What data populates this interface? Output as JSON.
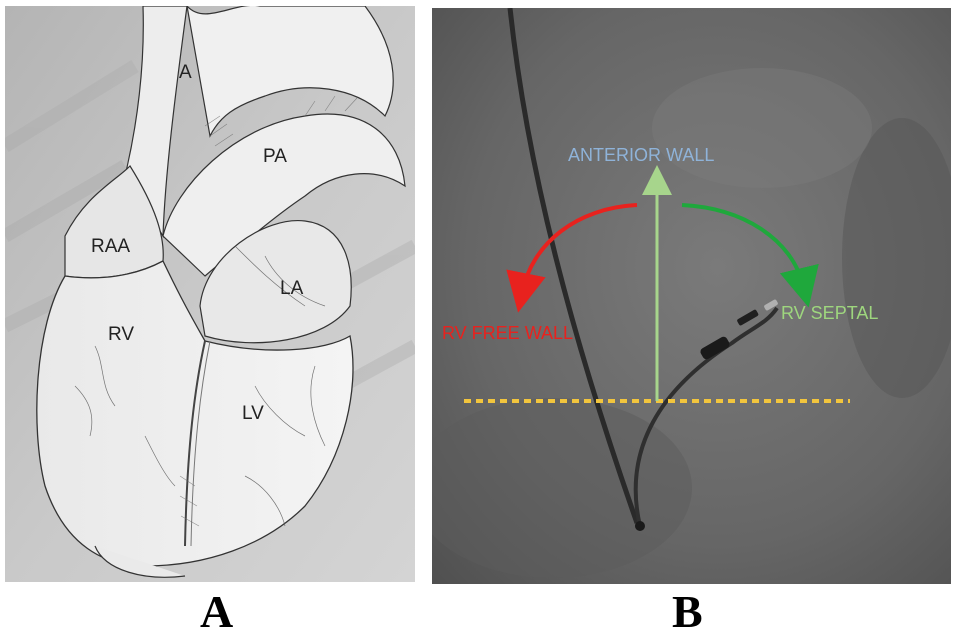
{
  "panel_a": {
    "labels": {
      "aorta": "A",
      "pulmonary_artery": "PA",
      "right_atrial_appendage": "RAA",
      "left_atrium": "LA",
      "right_ventricle": "RV",
      "left_ventricle": "LV"
    },
    "caption": "A"
  },
  "panel_b": {
    "labels": {
      "anterior_wall": "ANTERIOR WALL",
      "rv_free_wall": "RV FREE WALL",
      "rv_septal": "RV SEPTAL"
    },
    "caption": "B",
    "colors": {
      "anterior_wall": "#8fb3d9",
      "rv_free_wall": "#e8221e",
      "rv_septal": "#9ed67e",
      "free_wall_arrow": "#e8221e",
      "septal_arrow": "#1fa83c",
      "anterior_arrow": "#a7d58c",
      "baseline": "#f2c53d"
    }
  }
}
